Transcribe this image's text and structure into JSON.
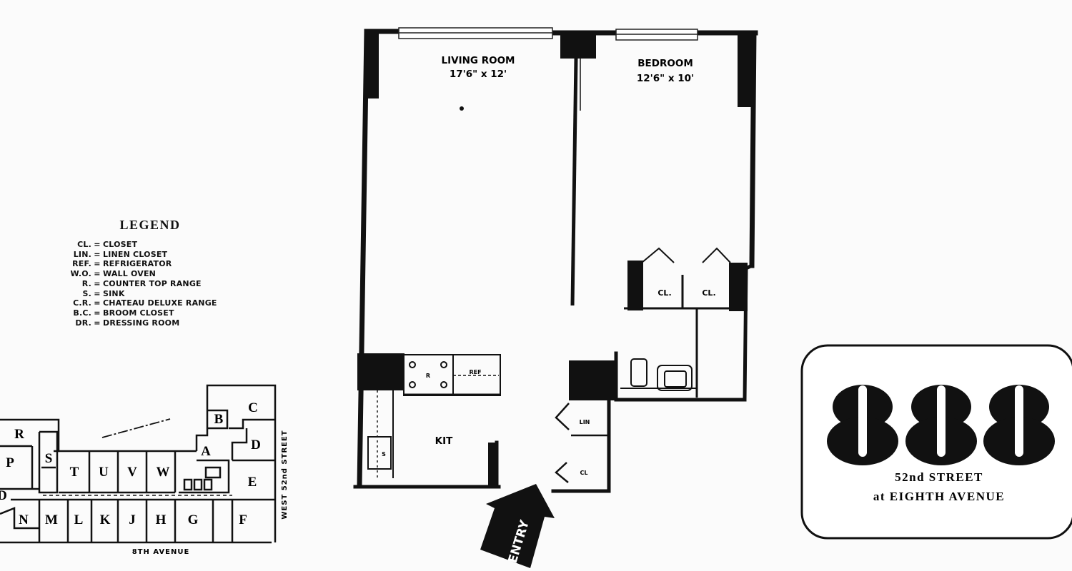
{
  "legend": {
    "title": "LEGEND",
    "items": [
      {
        "abbr": "CL.",
        "meaning": "CLOSET"
      },
      {
        "abbr": "LIN.",
        "meaning": "LINEN CLOSET"
      },
      {
        "abbr": "REF.",
        "meaning": "REFRIGERATOR"
      },
      {
        "abbr": "W.O.",
        "meaning": "WALL OVEN"
      },
      {
        "abbr": "R.",
        "meaning": "COUNTER TOP RANGE"
      },
      {
        "abbr": "S.",
        "meaning": "SINK"
      },
      {
        "abbr": "C.R.",
        "meaning": "CHATEAU DELUXE RANGE"
      },
      {
        "abbr": "B.C.",
        "meaning": "BROOM CLOSET"
      },
      {
        "abbr": "DR.",
        "meaning": "DRESSING ROOM"
      }
    ]
  },
  "floor_plan": {
    "living_room": {
      "name": "LIVING ROOM",
      "dimensions": "17'6\" x 12'"
    },
    "bedroom": {
      "name": "BEDROOM",
      "dimensions": "12'6\" x 10'"
    },
    "closet_left": "CL.",
    "closet_right": "CL.",
    "range_label": "R",
    "ref_label": "REF",
    "sink_label": "S",
    "kitchen": "KIT",
    "linen": "LIN",
    "closet_entry": "CL",
    "entry": "ENTRY"
  },
  "site_plan": {
    "units": [
      "R",
      "P",
      "D",
      "N",
      "M",
      "L",
      "K",
      "J",
      "H",
      "G",
      "F",
      "S",
      "T",
      "U",
      "V",
      "W",
      "A",
      "B",
      "C",
      "D",
      "E"
    ],
    "avenue_label": "8TH AVENUE",
    "street_label": "WEST 52nd STREET"
  },
  "logo": {
    "number": "888",
    "line1": "52nd STREET",
    "line2": "at EIGHTH AVENUE"
  }
}
